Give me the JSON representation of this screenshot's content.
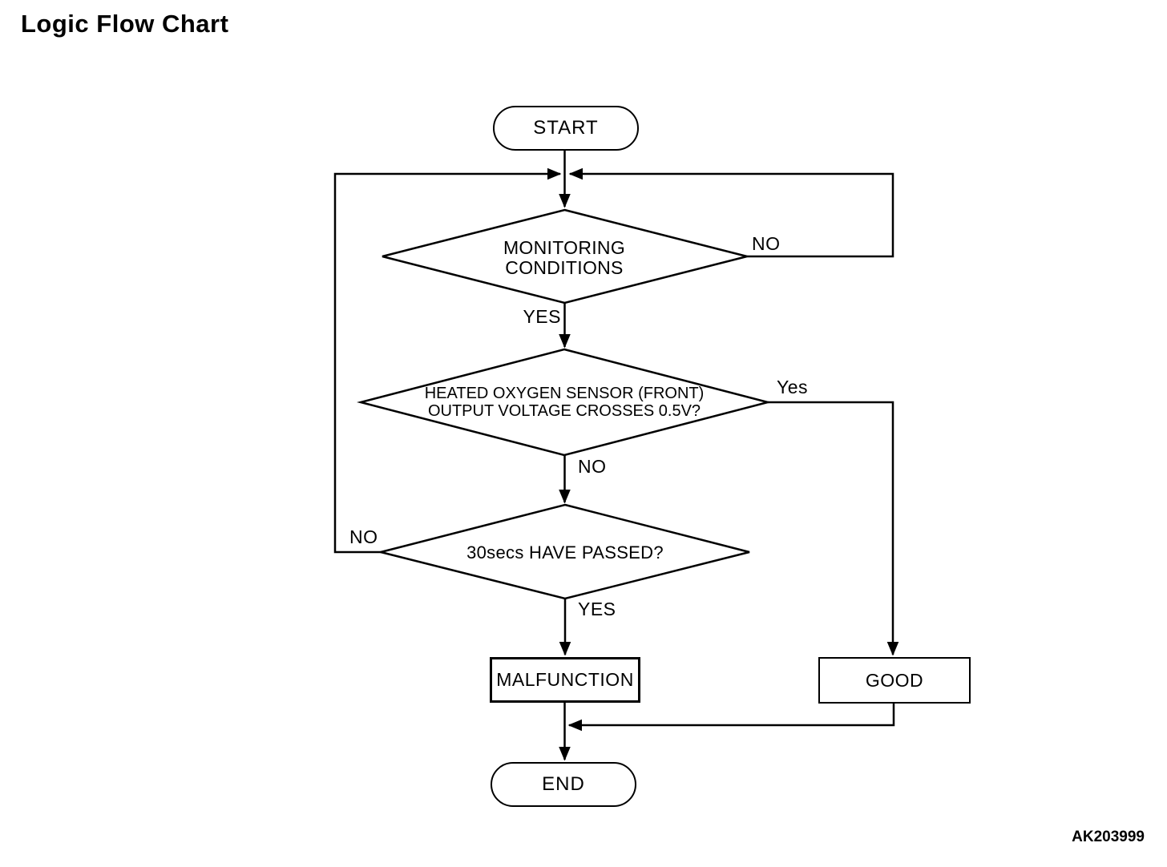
{
  "page": {
    "title": "Logic Flow Chart",
    "figure_code": "AK203999"
  },
  "flowchart": {
    "nodes": {
      "start": {
        "type": "terminator",
        "label": "START"
      },
      "decision_monitoring": {
        "type": "decision",
        "label_line1": "MONITORING",
        "label_line2": "CONDITIONS"
      },
      "decision_oxygen_sensor": {
        "type": "decision",
        "label_line1": "HEATED OXYGEN SENSOR (FRONT)",
        "label_line2": "OUTPUT VOLTAGE CROSSES 0.5V?"
      },
      "decision_30secs": {
        "type": "decision",
        "label": "30secs HAVE PASSED?"
      },
      "malfunction": {
        "type": "process",
        "label": "MALFUNCTION"
      },
      "good": {
        "type": "process",
        "label": "GOOD"
      },
      "end": {
        "type": "terminator",
        "label": "END"
      }
    },
    "branch_labels": {
      "monitoring_yes": "YES",
      "monitoring_no": "NO",
      "oxygen_yes": "Yes",
      "oxygen_no": "NO",
      "secs_no": "NO",
      "secs_yes": "YES"
    },
    "edges": [
      "start -> junction -> decision_monitoring",
      "decision_monitoring -NO-> loop right back to junction",
      "decision_monitoring -YES-> decision_oxygen_sensor",
      "decision_oxygen_sensor -Yes-> good",
      "decision_oxygen_sensor -NO-> decision_30secs",
      "decision_30secs -NO-> loop left back to junction",
      "decision_30secs -YES-> malfunction",
      "malfunction -> end",
      "good -> merge into malfunction-end line"
    ],
    "colors": {
      "line": "#000000",
      "text": "#000000",
      "background": "#ffffff",
      "shape_fill": "#ffffff"
    }
  }
}
